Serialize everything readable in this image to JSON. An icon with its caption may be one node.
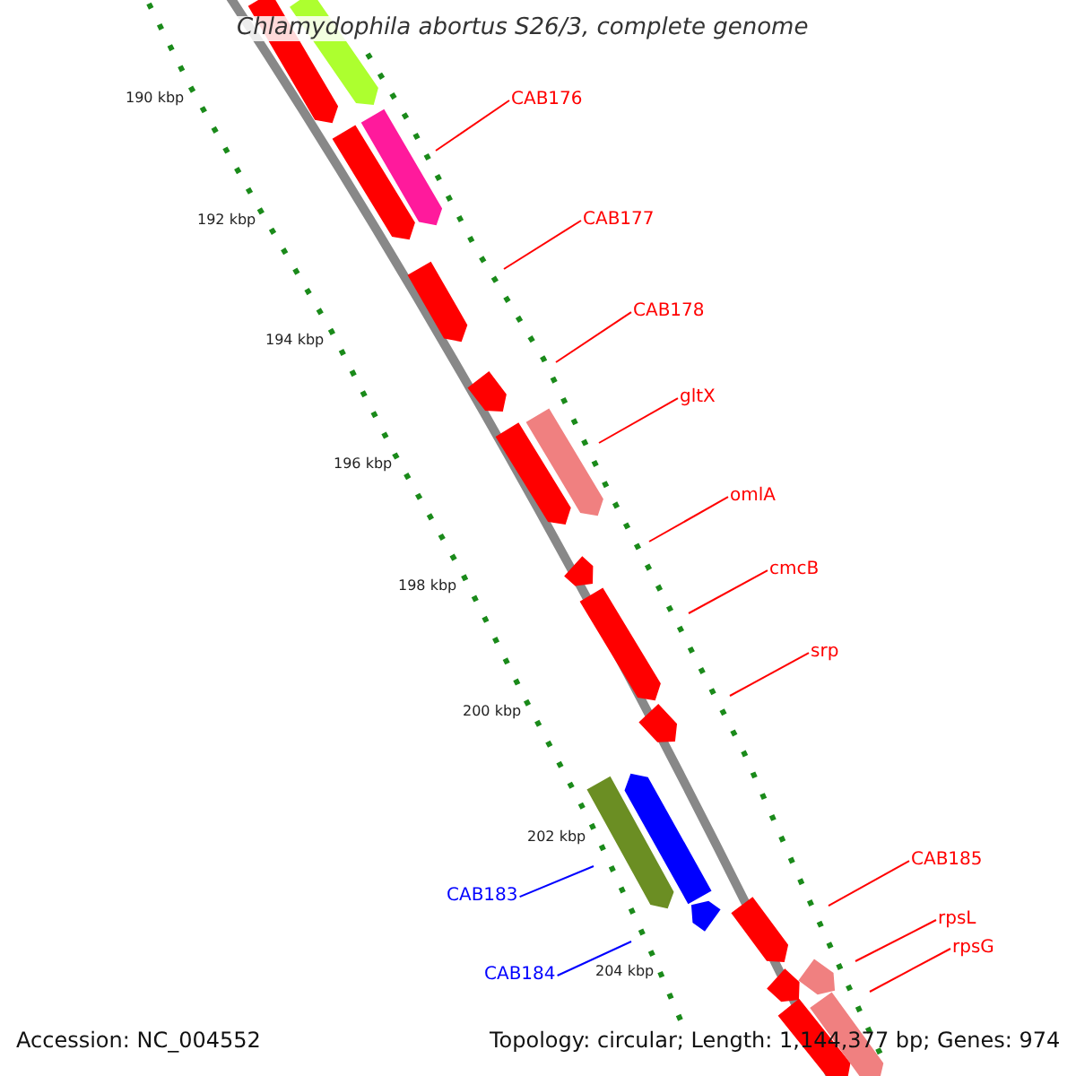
{
  "diagram": {
    "title": "Chlamydophila abortus S26/3, complete genome",
    "nodes": [
      {
        "text": [
          "CAB176"
        ]
      },
      {
        "text": [
          "CAB177"
        ]
      },
      {
        "text": [
          "CAB178"
        ]
      },
      {
        "text": [
          "gltX"
        ]
      },
      {
        "text": [
          "omlA"
        ]
      },
      {
        "text": [
          "cmcB"
        ]
      },
      {
        "text": [
          "srp"
        ]
      },
      {
        "text": [
          "CAB185"
        ]
      },
      {
        "text": [
          "CAB183"
        ]
      },
      {
        "text": [
          "rpsL"
        ]
      },
      {
        "text": [
          "rpsG"
        ]
      },
      {
        "text": [
          "CAB184"
        ]
      }
    ],
    "edges": [
      {
        "from": 0,
        "to": null,
        "arrow": "none"
      },
      {
        "from": 1,
        "to": null,
        "arrow": "none"
      },
      {
        "from": 2,
        "to": null,
        "arrow": "none"
      },
      {
        "from": 3,
        "to": null,
        "arrow": "none"
      },
      {
        "from": 4,
        "to": null,
        "arrow": "none"
      },
      {
        "from": 5,
        "to": null,
        "arrow": "none"
      },
      {
        "from": 6,
        "to": null,
        "arrow": "none"
      },
      {
        "from": 7,
        "to": null,
        "arrow": "none"
      },
      {
        "from": 8,
        "to": null,
        "arrow": "none",
        "color": "#0000ff"
      },
      {
        "from": 9,
        "to": null,
        "arrow": "none"
      },
      {
        "from": 10,
        "to": null,
        "arrow": "none"
      },
      {
        "from": 11,
        "to": null,
        "arrow": "none",
        "color": "#0000ff"
      }
    ],
    "labels": [
      "190 kbp",
      "192 kbp",
      "194 kbp",
      "196 kbp",
      "198 kbp",
      "200 kbp",
      "202 kbp",
      "204 kbp",
      "Accession: NC_004552",
      "Topology: circular; Length: 1,144,377 bp; Genes: 974"
    ]
  }
}
